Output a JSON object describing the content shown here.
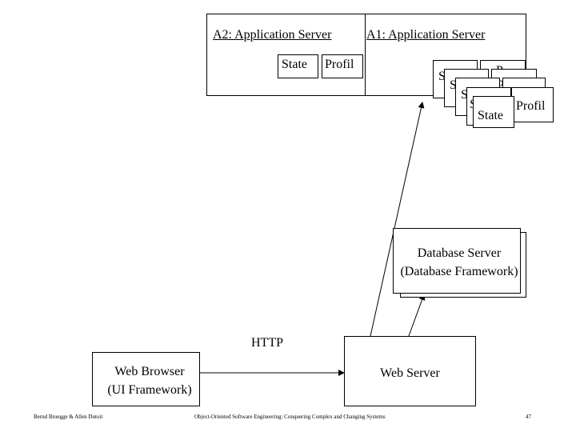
{
  "app_servers": {
    "a2_title": "A2: Application Server",
    "a1_title": "A1: Application Server",
    "a2_state": "State",
    "a2_profil": "Profil",
    "stack_state": "State",
    "stack_profil": "Profil",
    "stack_s": "S",
    "stack_p": "P"
  },
  "database": {
    "line1": "Database Server",
    "line2": "(Database Framework)"
  },
  "web_server": {
    "label": "Web Server"
  },
  "browser": {
    "line1": "Web Browser",
    "line2": "(UI Framework)"
  },
  "connection": {
    "http": "HTTP"
  },
  "footer": {
    "authors": "Bernd Bruegge & Allen Dutoit",
    "book": "Object-Oriented Software Engineering: Conquering Complex and Changing Systems",
    "page": "47"
  }
}
